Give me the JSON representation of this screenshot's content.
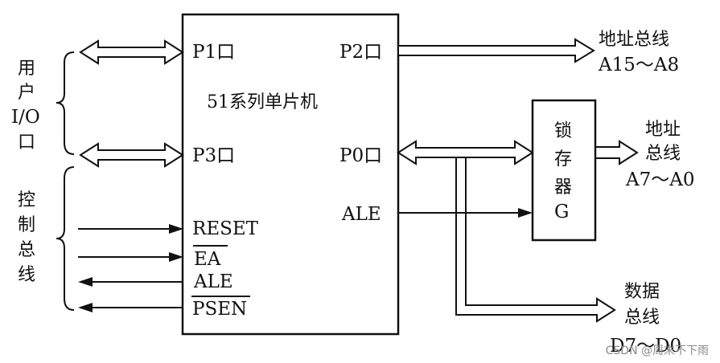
{
  "chip": {
    "title": "51系列单片机",
    "p1": "P1口",
    "p2": "P2口",
    "p3": "P3口",
    "p0": "P0口",
    "ale_out": "ALE"
  },
  "control_pins": {
    "reset": "RESET",
    "ea": "EA",
    "ale": "ALE",
    "psen": "PSEN"
  },
  "left_groups": {
    "user_io": [
      "用",
      "户",
      "I/O",
      "口"
    ],
    "control_bus": [
      "控",
      "制",
      "总",
      "线"
    ]
  },
  "latch": {
    "lines": [
      "锁",
      "存",
      "器",
      "G"
    ]
  },
  "address_bus_high": {
    "title": "地址总线",
    "range": "A15～A8"
  },
  "address_bus_low": {
    "lines": [
      "地址",
      "总线"
    ],
    "range": "A7～A0"
  },
  "data_bus": {
    "lines": [
      "数据",
      "总线"
    ],
    "range": "D7～D0"
  },
  "watermark": "CSDN @周末不下雨",
  "colors": {
    "line": "#111111",
    "background": "#ffffff",
    "watermark": "#8a8a8a"
  }
}
